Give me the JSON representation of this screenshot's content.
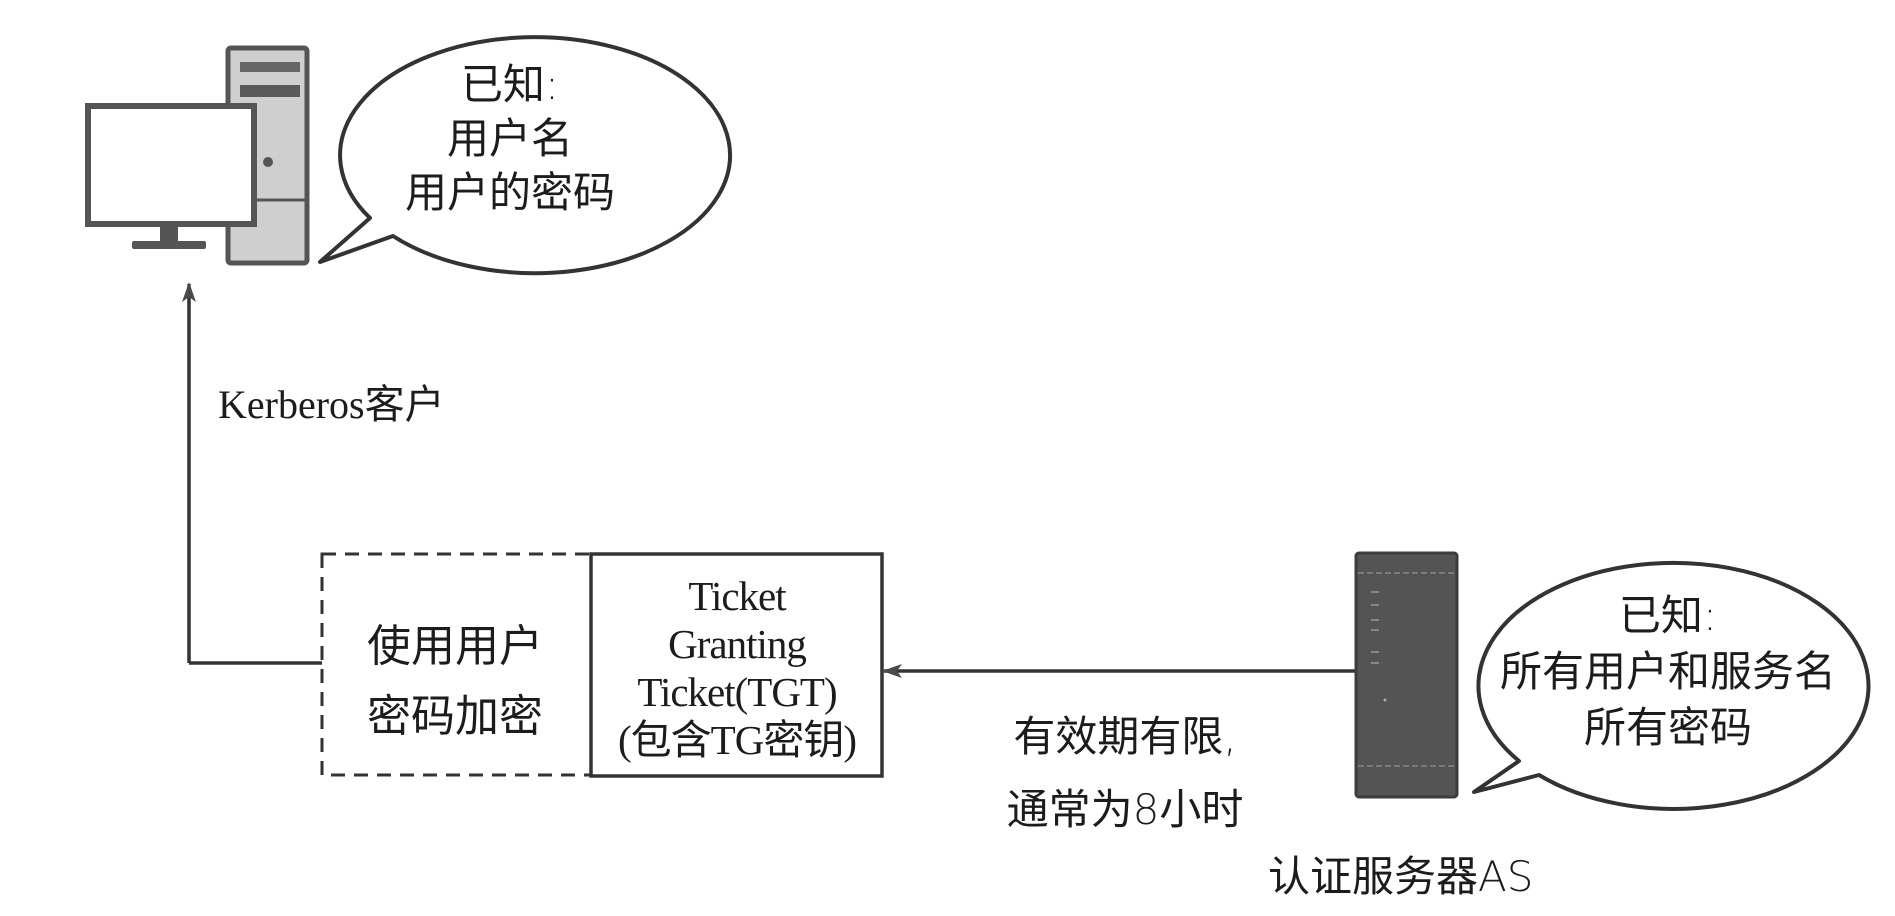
{
  "client": {
    "label": "Kerberos客户",
    "icon": "desktop-computer-icon",
    "bubble": {
      "lines": [
        "已知:",
        "用户名",
        "用户的密码"
      ]
    }
  },
  "authentication_server": {
    "label": "认证服务器AS",
    "icon": "server-tower-icon",
    "bubble": {
      "lines": [
        "已知:",
        "所有用户和服务名",
        "所有密码"
      ]
    }
  },
  "encryption_box": {
    "lines": [
      "使用用户",
      "密码加密"
    ],
    "style": "dashed"
  },
  "tgt_box": {
    "lines": [
      "Ticket",
      "Granting",
      "Ticket(TGT)",
      "(包含TG密钥)"
    ],
    "style": "solid"
  },
  "validity_note": {
    "lines": [
      "有效期有限,",
      "通常为8小时"
    ]
  },
  "colors": {
    "stroke": "#333333",
    "server_fill": "#545454",
    "tower_fill": "#cfcfcf",
    "bubble_fill": "#ffffff"
  }
}
